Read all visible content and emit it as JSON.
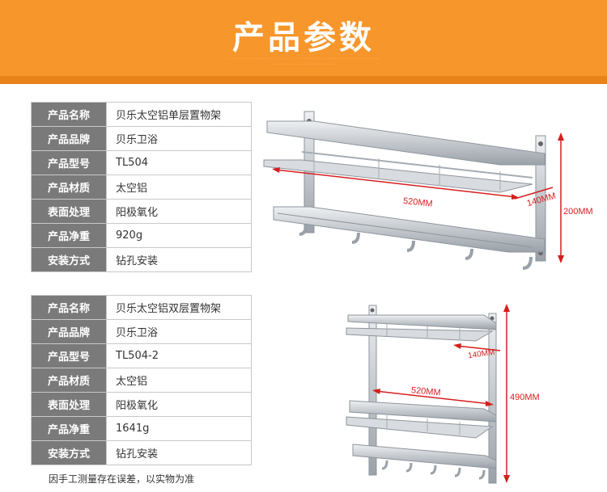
{
  "banner": {
    "title": "产品参数"
  },
  "product1": {
    "rows": [
      {
        "label": "产品名称",
        "value": "贝乐太空铝单层置物架"
      },
      {
        "label": "产品品牌",
        "value": "贝乐卫浴"
      },
      {
        "label": "产品型号",
        "value": "TL504"
      },
      {
        "label": "产品材质",
        "value": "太空铝"
      },
      {
        "label": "表面处理",
        "value": "阳极氧化"
      },
      {
        "label": "产品净重",
        "value": "920g"
      },
      {
        "label": "安装方式",
        "value": "钻孔安装"
      }
    ],
    "dims": {
      "width": "520MM",
      "depth": "140MM",
      "height": "200MM"
    }
  },
  "product2": {
    "rows": [
      {
        "label": "产品名称",
        "value": "贝乐太空铝双层置物架"
      },
      {
        "label": "产品品牌",
        "value": "贝乐卫浴"
      },
      {
        "label": "产品型号",
        "value": "TL504-2"
      },
      {
        "label": "产品材质",
        "value": "太空铝"
      },
      {
        "label": "表面处理",
        "value": "阳极氧化"
      },
      {
        "label": "产品净重",
        "value": "1641g"
      },
      {
        "label": "安装方式",
        "value": "钻孔安装"
      }
    ],
    "dims": {
      "width": "520MM",
      "depth": "140MM",
      "height": "490MM"
    }
  },
  "note": "因手工测量存在误差，以实物为准",
  "colors": {
    "banner": "#f7962a",
    "label_cell": "#7a7a7a",
    "dimension": "#d61e1e"
  }
}
